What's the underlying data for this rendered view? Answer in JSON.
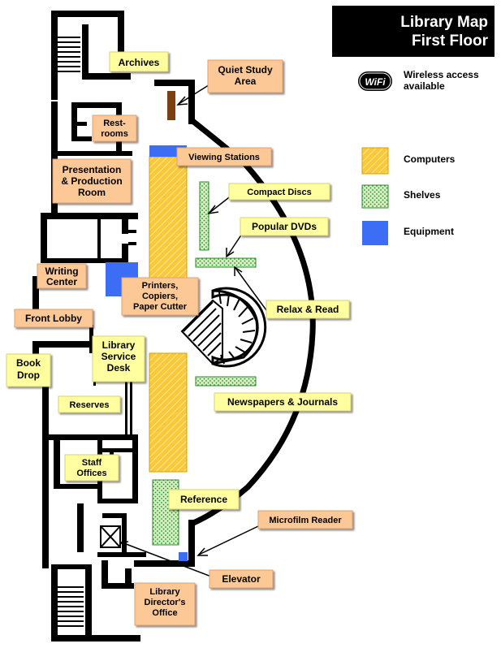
{
  "title": {
    "line1": "Library Map",
    "line2": "First Floor"
  },
  "wifi": {
    "icon": "wifi-icon",
    "badge": "WiFi",
    "text_line1": "Wireless access",
    "text_line2": "available"
  },
  "legend": [
    {
      "name": "Computers",
      "color": "#f7c742",
      "pattern": "hatch"
    },
    {
      "name": "Shelves",
      "color": "#c8ecb0",
      "pattern": "dots"
    },
    {
      "name": "Equipment",
      "color": "#3b6ef5",
      "pattern": "solid"
    }
  ],
  "labels": {
    "archives": [
      "Archives"
    ],
    "quiet_study": [
      "Quiet Study",
      "Area"
    ],
    "restrooms": [
      "Rest-",
      "rooms"
    ],
    "viewing_stations": [
      "Viewing Stations"
    ],
    "presentation": [
      "Presentation",
      "& Production",
      "Room"
    ],
    "compact_discs": [
      "Compact Discs"
    ],
    "popular_dvds": [
      "Popular DVDs"
    ],
    "writing_center": [
      "Writing",
      "Center"
    ],
    "printers": [
      "Printers,",
      "Copiers,",
      "Paper Cutter"
    ],
    "relax_read": [
      "Relax & Read"
    ],
    "front_lobby": [
      "Front Lobby"
    ],
    "service_desk": [
      "Library",
      "Service",
      "Desk"
    ],
    "book_drop": [
      "Book",
      "Drop"
    ],
    "newspapers": [
      "Newspapers & Journals"
    ],
    "reserves": [
      "Reserves"
    ],
    "staff_offices": [
      "Staff",
      "Offices"
    ],
    "reference": [
      "Reference"
    ],
    "microfilm": [
      "Microfilm Reader"
    ],
    "elevator": [
      "Elevator"
    ],
    "directors_office": [
      "Library",
      "Director's",
      "Office"
    ]
  },
  "colors": {
    "wall": "#000000",
    "label_yellow": "#ffffa0",
    "label_orange": "#fbc896",
    "quiet_study_desk": "#7b3f10",
    "title_bg": "#000000"
  }
}
